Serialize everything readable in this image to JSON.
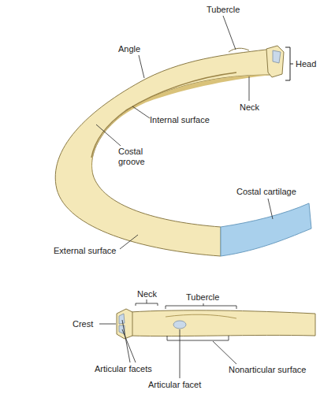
{
  "diagram": {
    "labels": [
      "Tubercle",
      "Angle",
      "Head",
      "Neck",
      "Internal surface",
      "Costal groove",
      "Costal cartilage",
      "External surface",
      "Neck",
      "Tubercle",
      "Crest",
      "Articular facets",
      "Articular facet",
      "Nonarticular surface"
    ]
  }
}
